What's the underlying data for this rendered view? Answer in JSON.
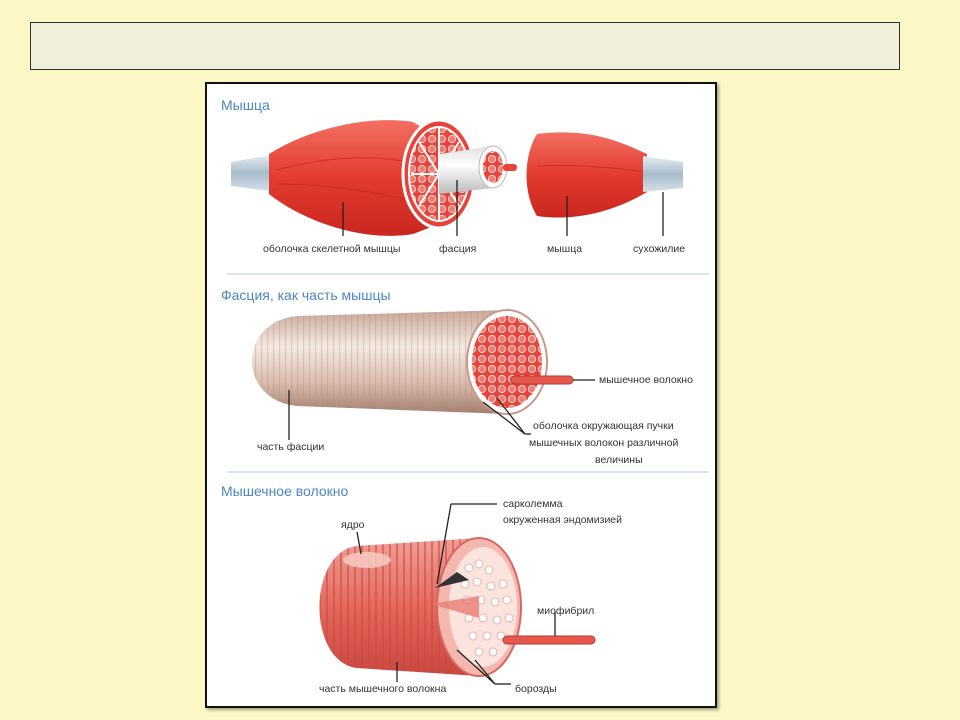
{
  "slide": {
    "title_text": ""
  },
  "figure": {
    "sections": [
      {
        "title": "Мышца",
        "labels": {
          "skeletal_sheath": "оболочка скелетной мышцы",
          "fascia": "фасция",
          "muscle": "мышца",
          "tendon": "сухожилие"
        }
      },
      {
        "title": "Фасция, как часть мышцы",
        "labels": {
          "muscle_fiber": "мышечное волокно",
          "bundle_sheath_l1": "оболочка окружающая пучки",
          "bundle_sheath_l2": "мышечных волокон различной",
          "bundle_sheath_l3": "величины",
          "fascia_part": "часть фасции"
        }
      },
      {
        "title": "Мышечное волокно",
        "labels": {
          "nucleus": "ядро",
          "sarcolemma_l1": "сарколемма",
          "sarcolemma_l2": "окруженная эндомизией",
          "myofibril": "миофибрил",
          "fiber_part": "часть мышечного волокна",
          "furrows": "борозды"
        }
      }
    ]
  },
  "colors": {
    "background": "#fcf8c5",
    "muscle_red": "#e8433a",
    "section_title": "#4a86c5",
    "tendon": "#c9d7e2",
    "fascia": "#d9c3b4"
  }
}
